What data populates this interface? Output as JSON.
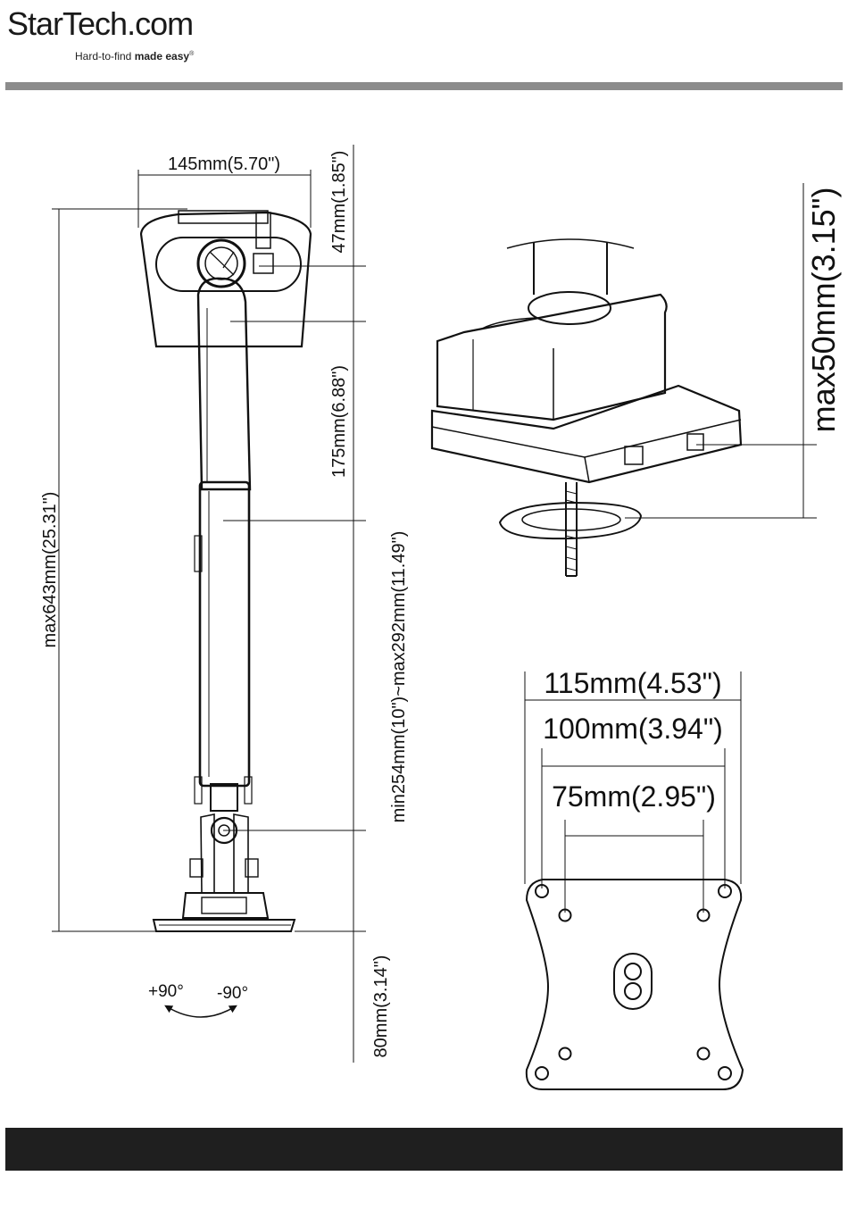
{
  "brand": {
    "name": "StarTech.com",
    "tagline_regular": "Hard-to-find",
    "tagline_bold": "made easy",
    "tagline_mark": "®"
  },
  "side_view": {
    "width_label": "145mm(5.70\")",
    "top_label": "47mm(1.85\")",
    "upper_arm_label": "175mm(6.88\")",
    "total_height_label": "max643mm(25.31\")",
    "lower_arm_label": "min254mm(10\")~max292mm(11.49\")",
    "base_label": "80mm(3.14\")",
    "rotate_positive_label": "+90°",
    "rotate_negative_label": "-90°"
  },
  "clamp_view": {
    "thickness_label": "max50mm(3.15\")"
  },
  "vesa_view": {
    "outer_label": "115mm(4.53\")",
    "mid_label": "100mm(3.94\")",
    "inner_label": "75mm(2.95\")"
  },
  "colors": {
    "top_bar": "#8c8c8c",
    "bottom_bar": "#1f1f1f",
    "line": "#111111"
  }
}
